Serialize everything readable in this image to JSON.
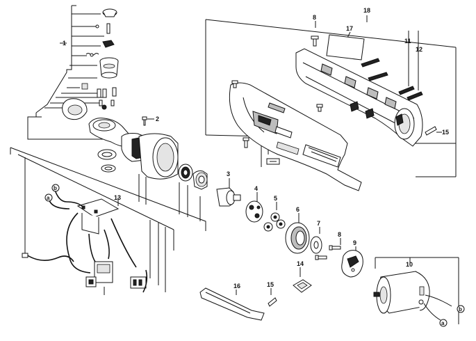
{
  "callouts": {
    "c1": "1",
    "c2": "2",
    "c3": "3",
    "c4": "4",
    "c5": "5",
    "c6": "6",
    "c7": "7",
    "c8_top": "8",
    "c8_mid": "8",
    "c9": "9",
    "c10": "10",
    "c11": "11",
    "c12": "12",
    "c13": "13",
    "c14": "14",
    "c15_right": "15",
    "c15_bottom": "15",
    "c16": "16",
    "c17": "17",
    "c18": "18"
  },
  "wire_labels": {
    "a_left": "a",
    "b_left": "b",
    "a_right": "a",
    "b_right": "b"
  },
  "colors": {
    "ink": "#111111",
    "paper": "#ffffff",
    "shade": "#bdbdbd"
  }
}
